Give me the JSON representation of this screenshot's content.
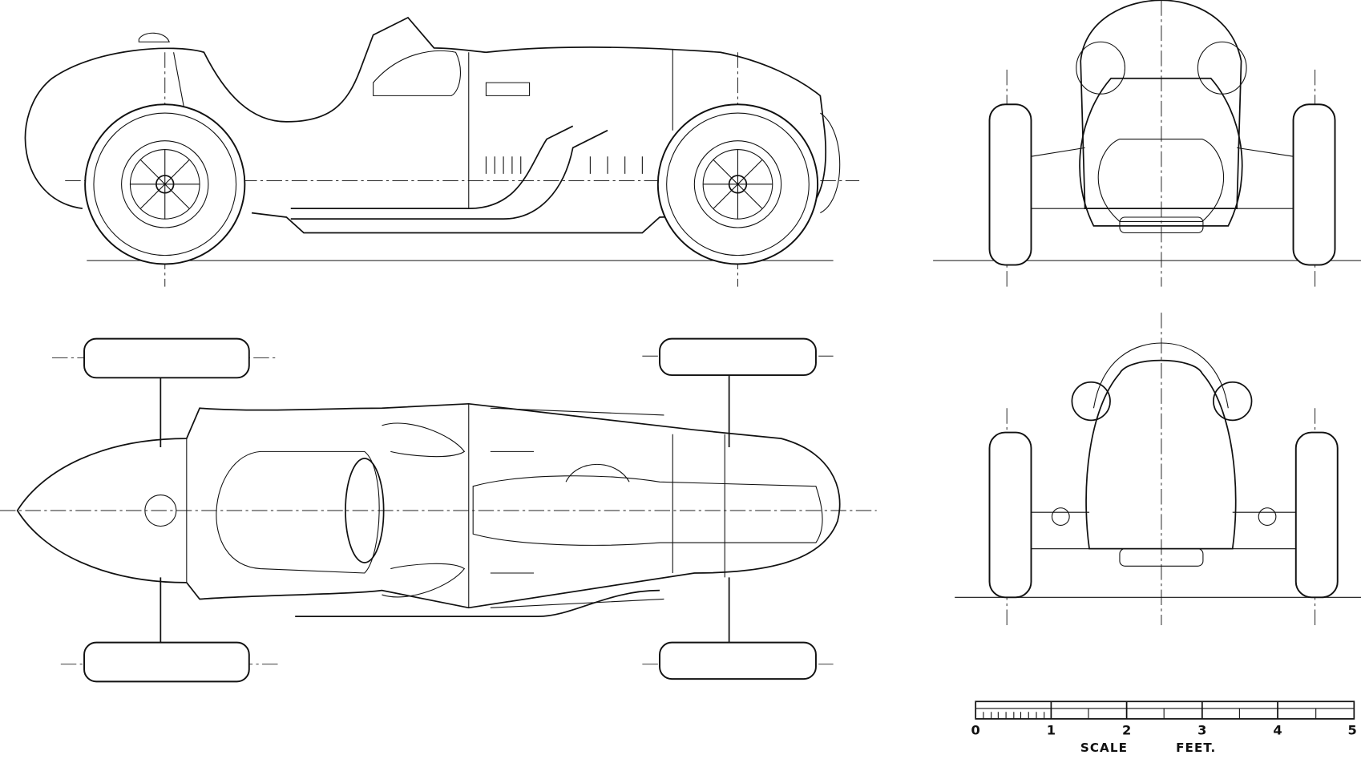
{
  "scale": {
    "ticks": [
      "0",
      "1",
      "2",
      "3",
      "4",
      "5"
    ],
    "label": "SCALE",
    "unit": "FEET."
  },
  "colors": {
    "ink": "#111111",
    "paper": "#ffffff"
  }
}
